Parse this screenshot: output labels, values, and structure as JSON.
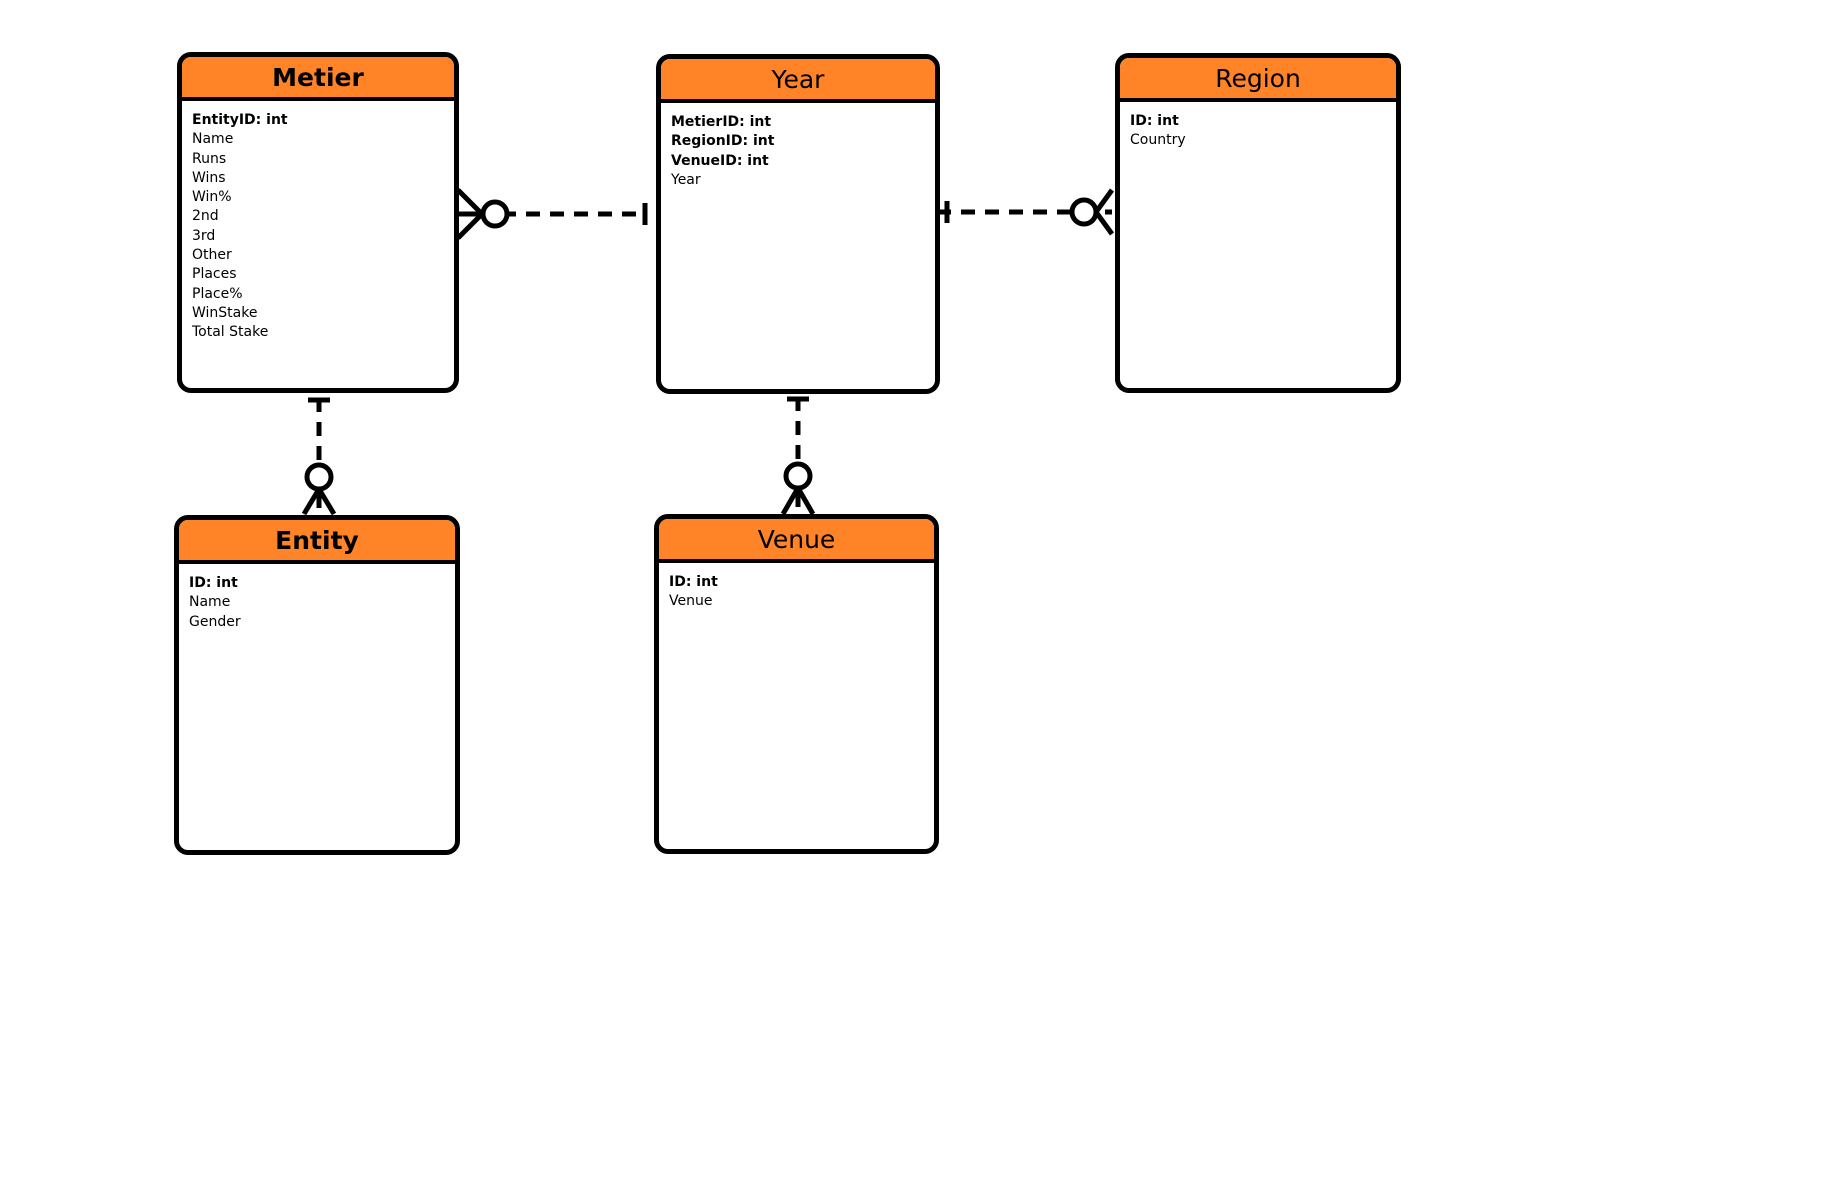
{
  "colors": {
    "header": "#FF8427",
    "line": "#000000",
    "background": "#FFFFFF"
  },
  "entities": {
    "metier": {
      "title": "Metier",
      "fields": [
        {
          "label": "EntityID: int",
          "key": true
        },
        {
          "label": "Name",
          "key": false
        },
        {
          "label": "Runs",
          "key": false
        },
        {
          "label": "Wins",
          "key": false
        },
        {
          "label": "Win%",
          "key": false
        },
        {
          "label": "2nd",
          "key": false
        },
        {
          "label": "3rd",
          "key": false
        },
        {
          "label": "Other",
          "key": false
        },
        {
          "label": "Places",
          "key": false
        },
        {
          "label": "Place%",
          "key": false
        },
        {
          "label": "WinStake",
          "key": false
        },
        {
          "label": "Total Stake",
          "key": false
        }
      ]
    },
    "year": {
      "title": "Year",
      "fields": [
        {
          "label": "MetierID: int",
          "key": true
        },
        {
          "label": "RegionID: int",
          "key": true
        },
        {
          "label": "VenueID: int",
          "key": true
        },
        {
          "label": "Year",
          "key": false
        }
      ]
    },
    "region": {
      "title": "Region",
      "fields": [
        {
          "label": "ID: int",
          "key": true
        },
        {
          "label": "Country",
          "key": false
        }
      ]
    },
    "entity": {
      "title": "Entity",
      "fields": [
        {
          "label": "ID: int",
          "key": true
        },
        {
          "label": "Name",
          "key": false
        },
        {
          "label": "Gender",
          "key": false
        }
      ]
    },
    "venue": {
      "title": "Venue",
      "fields": [
        {
          "label": "ID: int",
          "key": true
        },
        {
          "label": "Venue",
          "key": false
        }
      ]
    }
  },
  "relationships": [
    {
      "from": "metier",
      "from_end": "zero-or-many",
      "to": "year",
      "to_end": "one"
    },
    {
      "from": "year",
      "from_end": "one",
      "to": "region",
      "to_end": "zero-or-many"
    },
    {
      "from": "metier",
      "from_end": "one",
      "to": "entity",
      "to_end": "zero-or-many"
    },
    {
      "from": "year",
      "from_end": "one",
      "to": "venue",
      "to_end": "zero-or-many"
    }
  ]
}
